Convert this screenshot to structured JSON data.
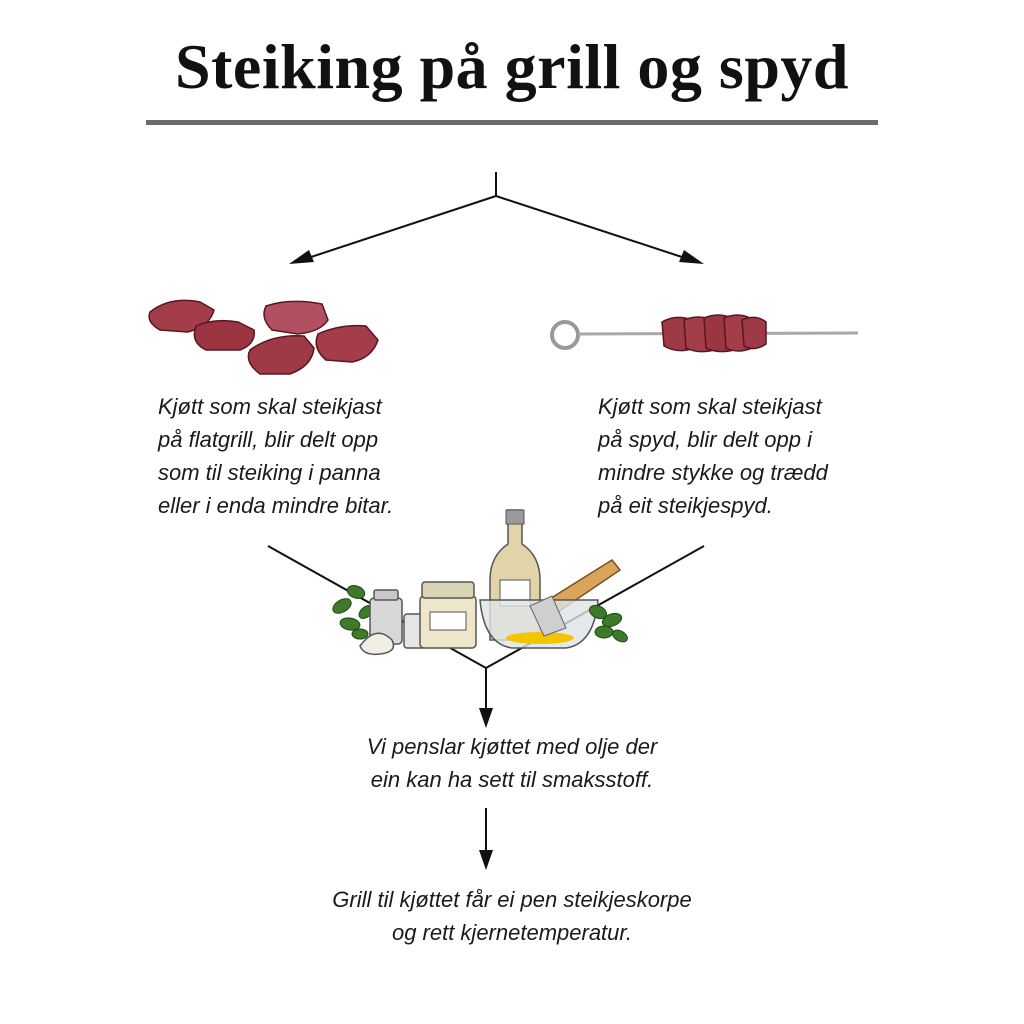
{
  "title": "Steiking på grill og spyd",
  "steps": {
    "left_text": "Kjøtt som skal steikjast\npå flatgrill, blir delt opp\nsom til steiking i panna\neller i enda mindre bitar.",
    "right_text": "Kjøtt som skal steikjast\npå spyd, blir delt opp i\nmindre stykke og trædd\npå eit steikjespyd.",
    "brush_text": "Vi penslar kjøttet med olje der\nein kan ha sett til smaksstoff.",
    "grill_text": "Grill til kjøttet får ei pen steikjeskorpe\nog rett kjernetemperatur."
  },
  "colors": {
    "meat": "#9e3a46",
    "meat_dark": "#6e1e2a",
    "rule": "#6b6b6b",
    "herb": "#3d7a2a",
    "oil": "#f2c500"
  }
}
